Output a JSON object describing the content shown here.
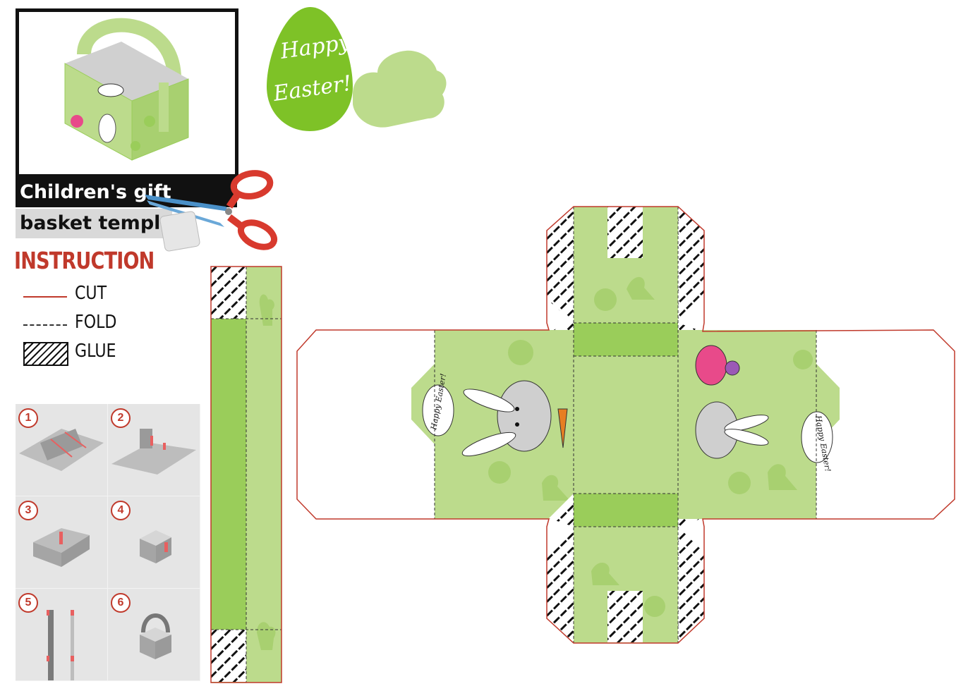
{
  "title": {
    "line1": "Children's gift",
    "line2": "basket template"
  },
  "badge": {
    "line1": "Happy",
    "line2": "Easter!"
  },
  "instruction": {
    "heading": "INSTRUCTION",
    "legend": [
      {
        "key": "cut",
        "label": "CUT"
      },
      {
        "key": "fold",
        "label": "FOLD"
      },
      {
        "key": "glue",
        "label": "GLUE"
      }
    ]
  },
  "steps": [
    "1",
    "2",
    "3",
    "4",
    "5",
    "6"
  ],
  "template_labels": {
    "panel_left": "Happy Easter!",
    "panel_right": "Happy Easter!"
  },
  "colors": {
    "light_green": "#bcdb8c",
    "mid_green": "#9acd5a",
    "bright_green": "#7ec227",
    "cut_red": "#c0392b",
    "scissors_red": "#d83a2e",
    "black": "#111111"
  },
  "icons": [
    "scissors-icon",
    "easter-egg-icon",
    "bunny-silhouette-icon",
    "bunny-icon",
    "carrot-icon",
    "egg-icon"
  ]
}
